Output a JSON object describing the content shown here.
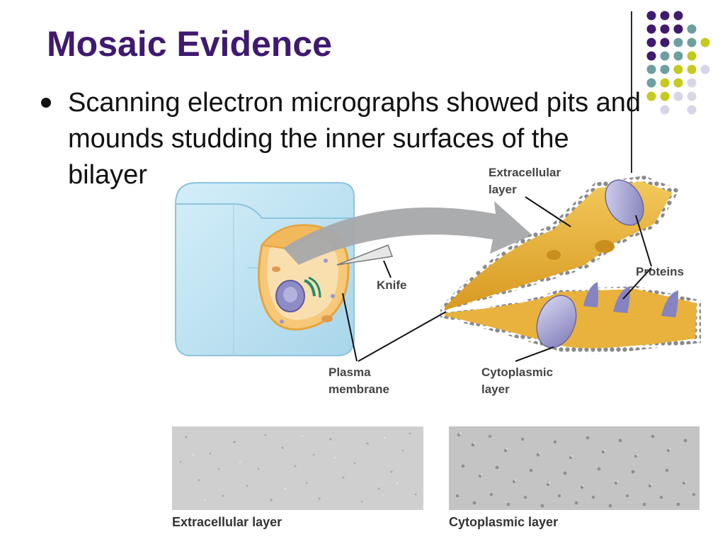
{
  "slide": {
    "title": "Mosaic Evidence",
    "bullets": [
      {
        "text": "Scanning electron micrographs showed pits and mounds studding the inner surfaces of the bilayer"
      }
    ]
  },
  "figure": {
    "labels": {
      "extracellular": "Extracellular layer",
      "proteins": "Proteins",
      "knife": "Knife",
      "plasma_membrane": "Plasma membrane",
      "cytoplasmic": "Cytoplasmic layer"
    }
  },
  "micrographs": [
    {
      "caption": "Extracellular layer"
    },
    {
      "caption": "Cytoplasmic layer"
    }
  ],
  "colors": {
    "title": "#3f1a6e",
    "dot_purple": "#3f1a6e",
    "dot_teal": "#6e9fa0",
    "dot_olive": "#c6c91e",
    "dot_lavender": "#d6d6e8",
    "membrane": "#e8b23c",
    "protein": "#9a98cc",
    "ice": "#bfe3f2"
  }
}
